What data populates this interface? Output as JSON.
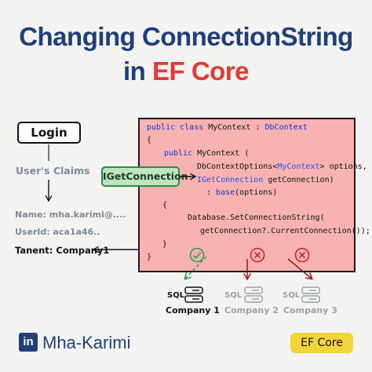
{
  "title": {
    "line1": "Changing ConnectionString",
    "line2_prefix": "in ",
    "line2_accent": "EF Core"
  },
  "colors": {
    "title": "#1f3f78",
    "accent": "#e53935",
    "code_bg": "#f8b2b2",
    "highlight_bg": "#bfe4bf",
    "highlight_border": "#2f8b3f",
    "badge": "#f3d43a",
    "muted": "#7c8a99"
  },
  "login": {
    "label": "Login"
  },
  "claims": {
    "title": "User's Claims",
    "name": "Name: mha.karimi@....",
    "userid": "UserId: aca1a46..",
    "tenant": "Tanent: Company1"
  },
  "highlight": {
    "label": "IGetConnection"
  },
  "code": {
    "l1_kw": "public class",
    "l1_rest": " MyContext : ",
    "l1_base": "DbContext",
    "l2": "{",
    "l3_kw": "public",
    "l3_rest": " MyContext (",
    "l4_a": "DbContextOptions<",
    "l4_b": "MyContext",
    "l4_c": "> options,",
    "l5_a": "IGetConnection",
    "l5_b": " getConnection)",
    "l6_a": ": ",
    "l6_b": "base",
    "l6_c": "(options)",
    "l7": "{",
    "l8": "Database.SetConnectionString(",
    "l9": "getConnection?.CurrentConnection());",
    "l10": "}",
    "l11": "}"
  },
  "databases": [
    {
      "sql": "SQL",
      "name": "Company 1",
      "status": "selected",
      "status_icon": "check-icon"
    },
    {
      "sql": "SQL",
      "name": "Company 2",
      "status": "rejected",
      "status_icon": "x-icon"
    },
    {
      "sql": "SQL",
      "name": "Company 3",
      "status": "rejected",
      "status_icon": "x-icon"
    }
  ],
  "footer": {
    "li": "in",
    "author": "Mha-Karimi",
    "badge": "EF Core"
  }
}
